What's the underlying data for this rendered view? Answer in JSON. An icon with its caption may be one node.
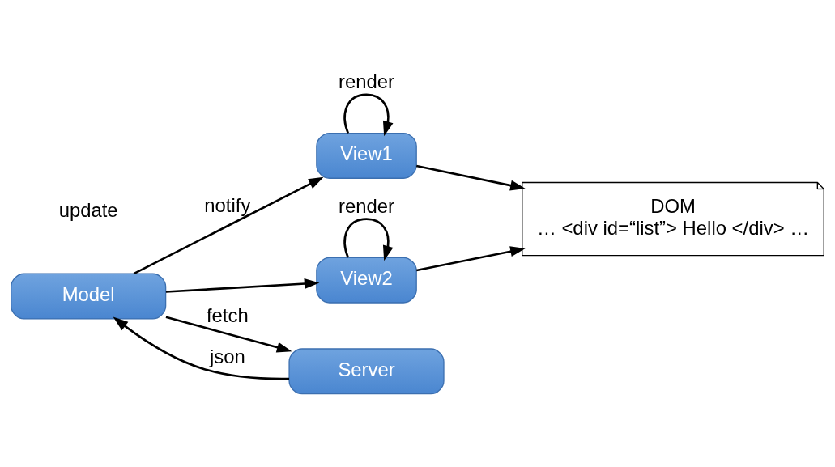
{
  "diagram": {
    "nodes": [
      {
        "text": [
          "View1"
        ]
      },
      {
        "text": [
          "View2"
        ]
      },
      {
        "text": [
          "Model"
        ]
      },
      {
        "text": [
          "Server"
        ]
      },
      {
        "text": [
          "DOM",
          "… <div id=“list”> Hello </div> …"
        ]
      }
    ],
    "edges": [
      {
        "from": 0,
        "to": 0,
        "arrow": "to",
        "label": "render"
      },
      {
        "from": 1,
        "to": 1,
        "arrow": "to",
        "label": "render"
      },
      {
        "from": 0,
        "to": 4,
        "arrow": "to"
      },
      {
        "from": 1,
        "to": 4,
        "arrow": "to"
      },
      {
        "from": 2,
        "to": 0,
        "arrow": "to",
        "label": "notify"
      },
      {
        "from": 2,
        "to": 1,
        "arrow": "to"
      },
      {
        "from": 2,
        "to": 3,
        "arrow": "to",
        "label": "fetch"
      },
      {
        "from": 3,
        "to": 2,
        "arrow": "to",
        "label": "json"
      }
    ],
    "labels": [
      "update"
    ]
  }
}
